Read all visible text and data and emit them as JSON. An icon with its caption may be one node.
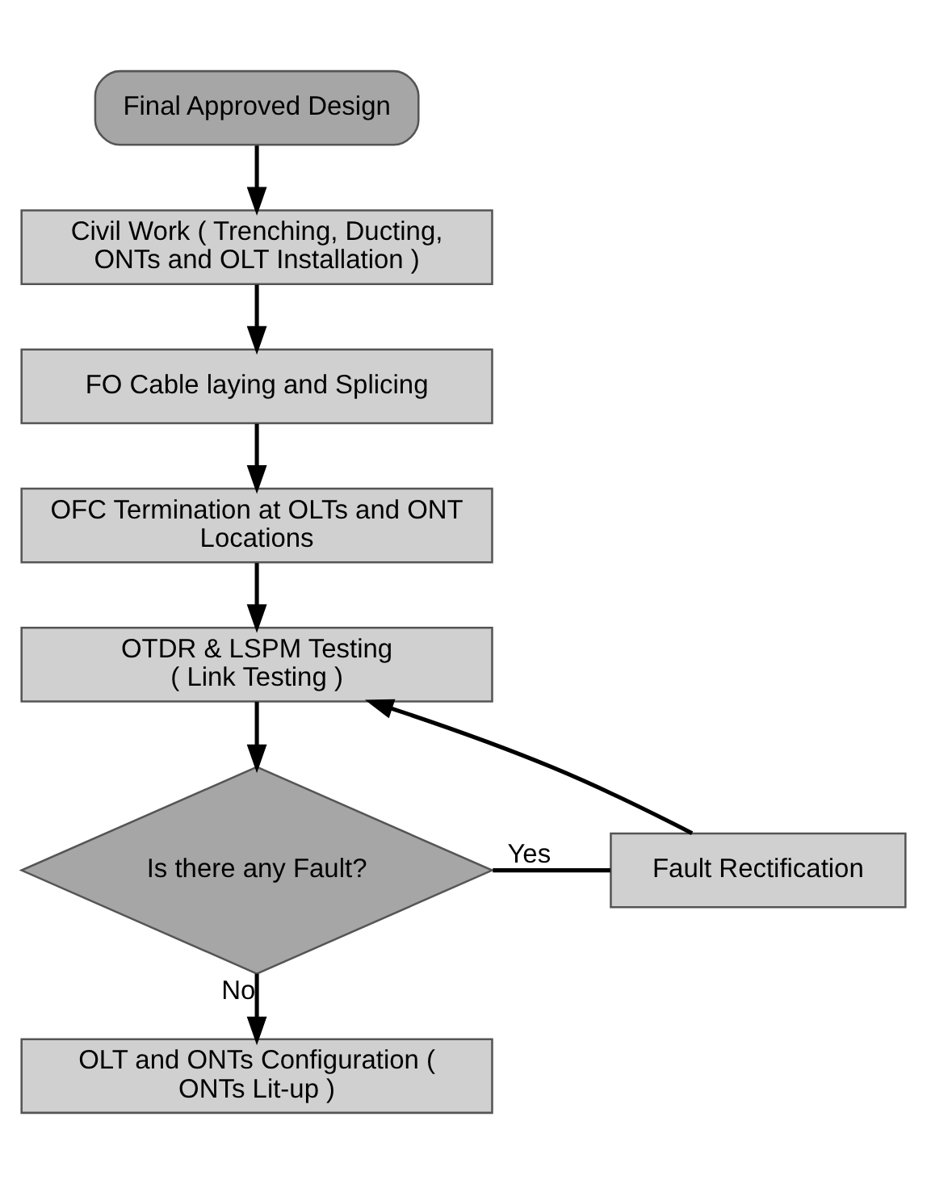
{
  "diagram": {
    "nodes": [
      {
        "text": [
          "Final Approved Design"
        ]
      },
      {
        "text": [
          "Civil Work ( Trenching, Ducting, ONTs and OLT Installation )"
        ]
      },
      {
        "text": [
          "FO Cable laying and Splicing"
        ]
      },
      {
        "text": [
          "OFC Termination at OLTs and ONT Locations"
        ]
      },
      {
        "text": [
          "OTDR & LSPM Testing ( Link Testing )"
        ]
      },
      {
        "text": [
          "Is there any Fault?"
        ]
      },
      {
        "text": [
          "Fault Rectification"
        ]
      },
      {
        "text": [
          "OLT and ONTs Configuration ( ONTs Lit-up )"
        ]
      }
    ],
    "edges": [
      {
        "from": 0,
        "to": 1,
        "arrow": "to"
      },
      {
        "from": 1,
        "to": 2,
        "arrow": "to"
      },
      {
        "from": 2,
        "to": 3,
        "arrow": "to"
      },
      {
        "from": 3,
        "to": 4,
        "arrow": "to"
      },
      {
        "from": 4,
        "to": 5,
        "arrow": "to"
      },
      {
        "from": 5,
        "to": 6,
        "arrow": "none",
        "label": "Yes"
      },
      {
        "from": 6,
        "to": 4,
        "arrow": "to"
      },
      {
        "from": 5,
        "to": 7,
        "arrow": "to",
        "label": "No"
      }
    ]
  }
}
